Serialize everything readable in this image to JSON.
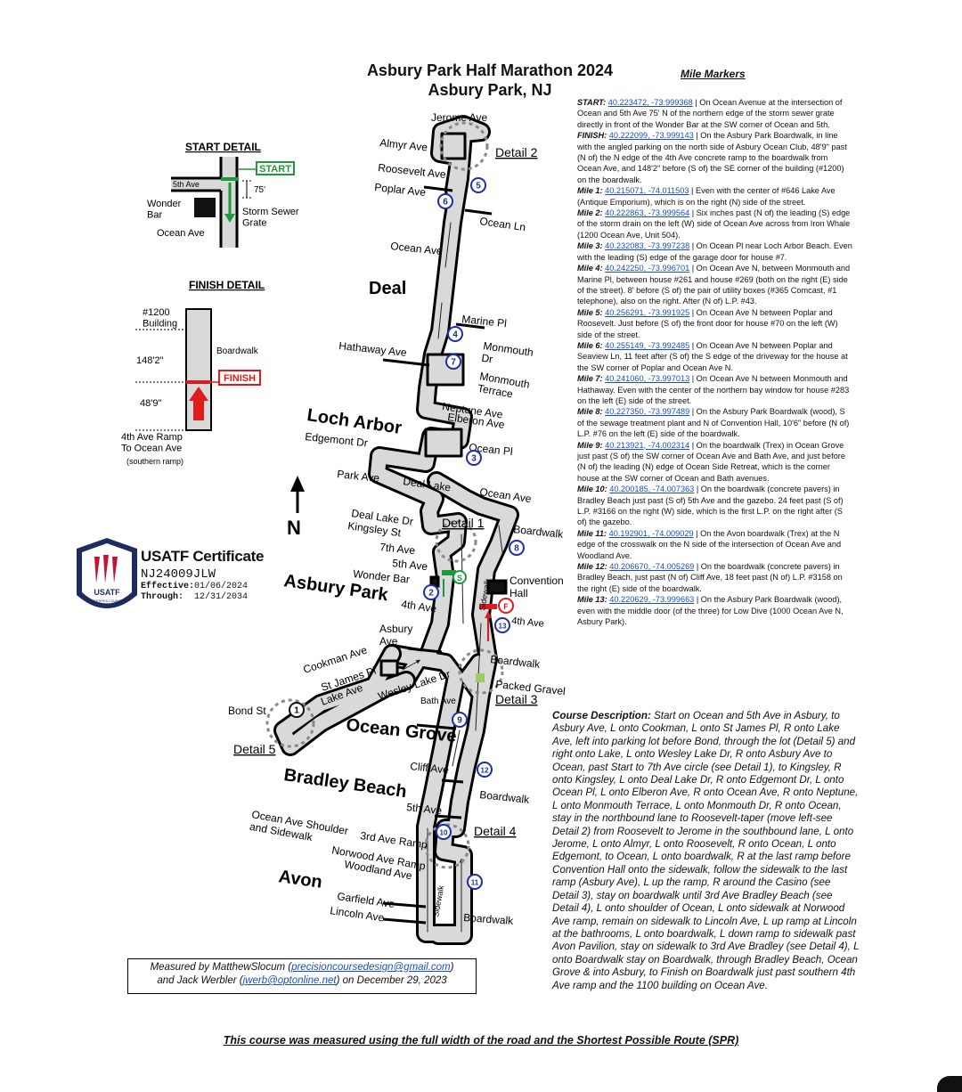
{
  "title_line1": "Asbury Park Half Marathon 2024",
  "title_line2": "Asbury Park, NJ",
  "mile_markers_heading": "Mile Markers",
  "mile_markers": [
    {
      "label": "START:",
      "coords": "40.223472, -73.999368",
      "text": " | On Ocean Avenue at the intersection of Ocean and 5th Ave 75' N of the northern edge of the storm sewer grate directly in front of the Wonder Bar at the SW corner of Ocean and 5th."
    },
    {
      "label": "FINISH:",
      "coords": "40.222099, -73.999143",
      "text": " | On the Asbury Park Boardwalk, in line with the angled parking on the north side of Asbury Ocean Club, 48'9\" past (N of) the N edge of the 4th Ave concrete ramp to the boardwalk from Ocean Ave, and 148'2\" before (S of) the SE corner of the building (#1200) on the boardwalk."
    },
    {
      "label": "Mile 1:",
      "coords": "40.215071, -74.011503",
      "text": " | Even with the center of #646 Lake Ave (Antique Emporium), which is on the right (N) side of the street."
    },
    {
      "label": "Mile 2:",
      "coords": "40.222863, -73.999564",
      "text": " | Six inches past (N of) the leading (S) edge of the storm drain on the left (W) side of Ocean Ave across from Iron Whale (1200 Ocean Ave, Unit 504)."
    },
    {
      "label": "Mile 3:",
      "coords": "40.232083, -73.997238",
      "text": " | On Ocean Pl near Loch Arbor Beach. Even with the leading (S) edge of the garage door for house #7."
    },
    {
      "label": "Mile 4:",
      "coords": "40.242250, -73.996701",
      "text": " | On Ocean Ave N, between Monmouth and Marine Pl, between house #261 and house #269 (both on the right (E) side of the street). 8' before (S of) the pair of utility boxes (#365 Comcast, #1 telephone), also on the right. After (N of) L.P. #43."
    },
    {
      "label": "Mile 5:",
      "coords": "40.256291, -73.991925",
      "text": " | On Ocean Ave N between Poplar and Roosevelt. Just before (S of) the front door for house #70 on the left (W) side of the street."
    },
    {
      "label": "Mile 6:",
      "coords": "40.255149, -73.992485",
      "text": " | On Ocean Ave N between Poplar and Seaview Ln, 11 feet after (S of) the S edge of the driveway for the house at the SW corner of Poplar and Ocean Ave N."
    },
    {
      "label": "Mile 7:",
      "coords": "40.241060, -73.997013",
      "text": " | On Ocean Ave N between Monmouth and Hathaway. Even with the center of the northern bay window for house #283 on the left (E) side of the street."
    },
    {
      "label": "Mile 8:",
      "coords": "40.227350, -73.997489",
      "text": " | On the Asbury Park Boardwalk (wood), S of the sewage treatment plant and N of Convention Hall, 10'6\" before (N of) L.P. #76 on the left (E) side of the boardwalk."
    },
    {
      "label": "Mile 9:",
      "coords": "40.213921, -74.002314",
      "text": " | On the boardwalk (Trex) in Ocean Grove just past (S of) the SW corner of Ocean Ave and Bath Ave, and just before (N of) the leading (N) edge of Ocean Side Retreat, which is the corner house at the SW corner of Ocean and Bath avenues."
    },
    {
      "label": "Mile 10:",
      "coords": "40.200185, -74.007363",
      "text": " | On the boardwalk (concrete pavers) in Bradley Beach just past (S of) 5th Ave and the gazebo. 24 feet past (S of) L.P. #3166 on the right (W) side, which is the first L.P. on the right after (S of) the gazebo."
    },
    {
      "label": "Mile 11:",
      "coords": "40.192901, -74.009029",
      "text": " | On the Avon boardwalk (Trex) at the N edge of the crosswalk on the N side of the intersection of Ocean Ave and Woodland Ave."
    },
    {
      "label": "Mile 12:",
      "coords": "40.206670, -74.005269",
      "text": " | On the boardwalk (concrete pavers) in Bradley Beach, just past (N of) Cliff Ave, 18 feet past (N of) L.P. #3158 on the right (E) side of the boardwalk."
    },
    {
      "label": "Mile 13:",
      "coords": "40.220629, -73.999663",
      "text": " | On the Asbury Park Boardwalk (wood), even with the middle door (of the three) for Low Dive (1000 Ocean Ave N, Asbury Park)."
    }
  ],
  "course_description_label": "Course Description:",
  "course_description": "  Start on Ocean and 5th Ave in Asbury, to Asbury Ave, L onto Cookman, L onto St James Pl, R onto Lake Ave, left into parking lot before Bond, through the lot (Detail 5) and right onto Lake, L onto Wesley Lake Dr, R onto Asbury Ave to Ocean, past Start to 7th Ave circle (see Detail 1), to Kingsley, R onto Kingsley, L onto Deal Lake Dr, R onto Edgemont Dr, L onto Ocean Pl, L onto Elberon Ave, R onto Ocean Ave, R onto Neptune, L onto Monmouth Terrace, L onto Monmouth Dr, R onto Ocean, stay in the northbound lane to Roosevelt-taper (move left-see Detail 2) from Roosevelt to Jerome in the southbound lane, L onto Jerome, L onto Almyr, L onto Roosevelt, R onto Ocean, L onto Edgemont, to Ocean, L onto boardwalk, R at the last ramp before Convention Hall onto the sidewalk, follow the sidewalk to the last ramp (Asbury Ave), L up the ramp, R around the Casino (see Detail 3), stay on boardwalk until 3rd Ave Bradley Beach (see Detail 4), L onto shoulder of Ocean, L onto sidewalk at Norwood Ave ramp, remain on sidewalk to Lincoln Ave, L up ramp at Lincoln at the bathrooms, L onto boardwalk, L down ramp to sidewalk past Avon Pavilion, stay on sidewalk to 3rd Ave Bradley (see Detail 4), L onto Boardwalk stay on Boardwalk, through Bradley Beach, Ocean Grove & into Asbury, to Finish on Boardwalk just past southern 4th Ave ramp and the 1100 building on Ocean Ave.",
  "measured_by": "Measured by MatthewSlocum (",
  "measured_email1": "precisioncoursedesign@gmail.com",
  "measured_mid": ")",
  "measured_line2a": "and Jack Werbler (",
  "measured_email2": "jwerb@optonline.net",
  "measured_line2b": ") on December 29, 2023",
  "footer": "This course was measured using the full width of the road and the Shortest Possible Route (SPR)",
  "certificate": {
    "title": "USATF Certificate",
    "number": "NJ24009JLW",
    "effective_label": "Effective:",
    "effective": "01/06/2024",
    "through_label": "Through:",
    "through": "12/31/2034",
    "logo_text": "USATF",
    "logo_sub": "CERTIFIED COURSE"
  },
  "start_detail": {
    "heading": "START DETAIL",
    "start": "START",
    "street": "5th Ave",
    "distance": "75'",
    "wonder_bar": "Wonder\nBar",
    "grate": "Storm Sewer\nGrate",
    "ocean": "Ocean Ave"
  },
  "finish_detail": {
    "heading": "FINISH DETAIL",
    "building": "#1200\nBuilding",
    "boardwalk": "Boardwalk",
    "dist1": "148'2\"",
    "dist2": "48'9\"",
    "finish": "FINISH",
    "ramp": "4th Ave Ramp\nTo Ocean Ave",
    "ramp_sub": "(southern ramp)"
  },
  "north": "N",
  "towns": [
    "Deal",
    "Loch Arbor",
    "Asbury Park",
    "Ocean Grove",
    "Bradley Beach",
    "Avon"
  ],
  "streets": {
    "jerome": "Jerome Ave",
    "almyr": "Almyr Ave",
    "roosevelt": "Roosevelt Ave",
    "poplar": "Poplar Ave",
    "ocean_ln": "Ocean Ln",
    "ocean_ave1": "Ocean Ave",
    "marine": "Marine Pl",
    "monmouth": "Monmouth\nDr",
    "hathaway": "Hathaway Ave",
    "monmouth_t": "Monmouth\nTerrace",
    "neptune": "Neptune Ave",
    "elberon": "Elberon Ave",
    "edgemont": "Edgemont Dr",
    "ocean_pl": "Ocean Pl",
    "park": "Park Ave",
    "deal_lake": "Deal Lake",
    "ocean_ave2": "Ocean Ave",
    "deal_lake_dr": "Deal Lake Dr",
    "kingsley": "Kingsley St",
    "seventh": "7th Ave",
    "fifth": "5th Ave",
    "wonder": "Wonder Bar",
    "fourth": "4th Ave",
    "asbury": "Asbury\nAve",
    "cookman": "Cookman Ave",
    "st_james": "St James Pl",
    "lake": "Lake Ave",
    "bond": "Bond St",
    "wesley": "Wesley Lake Dr",
    "bath": "Bath Ave",
    "boardwalk1": "Boardwalk",
    "convention": "Convention\nHall",
    "sidewalk": "Sidewalk",
    "fourth_ave_r": "4th Ave",
    "boardwalk2": "Boardwalk",
    "packed": "Packed Gravel",
    "cliff": "Cliff Ave",
    "boardwalk3": "Boardwalk",
    "fifth_b": "5th Ave",
    "shoulder": "Ocean Ave Shoulder\nand Sidewalk",
    "third": "3rd Ave Ramp",
    "norwood": "Norwood Ave Ramp",
    "woodland": "Woodland Ave",
    "garfield": "Garfield Ave",
    "lincoln": "Lincoln Ave",
    "boardwalk4": "Boardwalk",
    "sidewalk2": "Sidewalk"
  },
  "details": [
    "Detail 1",
    "Detail 2",
    "Detail 3",
    "Detail 4",
    "Detail 5"
  ],
  "mile_circles": [
    "1",
    "2",
    "3",
    "4",
    "5",
    "6",
    "7",
    "8",
    "9",
    "10",
    "11",
    "12",
    "13"
  ],
  "start_badge": "S",
  "finish_badge": "F",
  "colors": {
    "road": "#d9d9d9",
    "start": "#1e9a3a",
    "finish": "#e01b1b",
    "mile": "#1a2fa8",
    "link": "#1a4fc4"
  }
}
